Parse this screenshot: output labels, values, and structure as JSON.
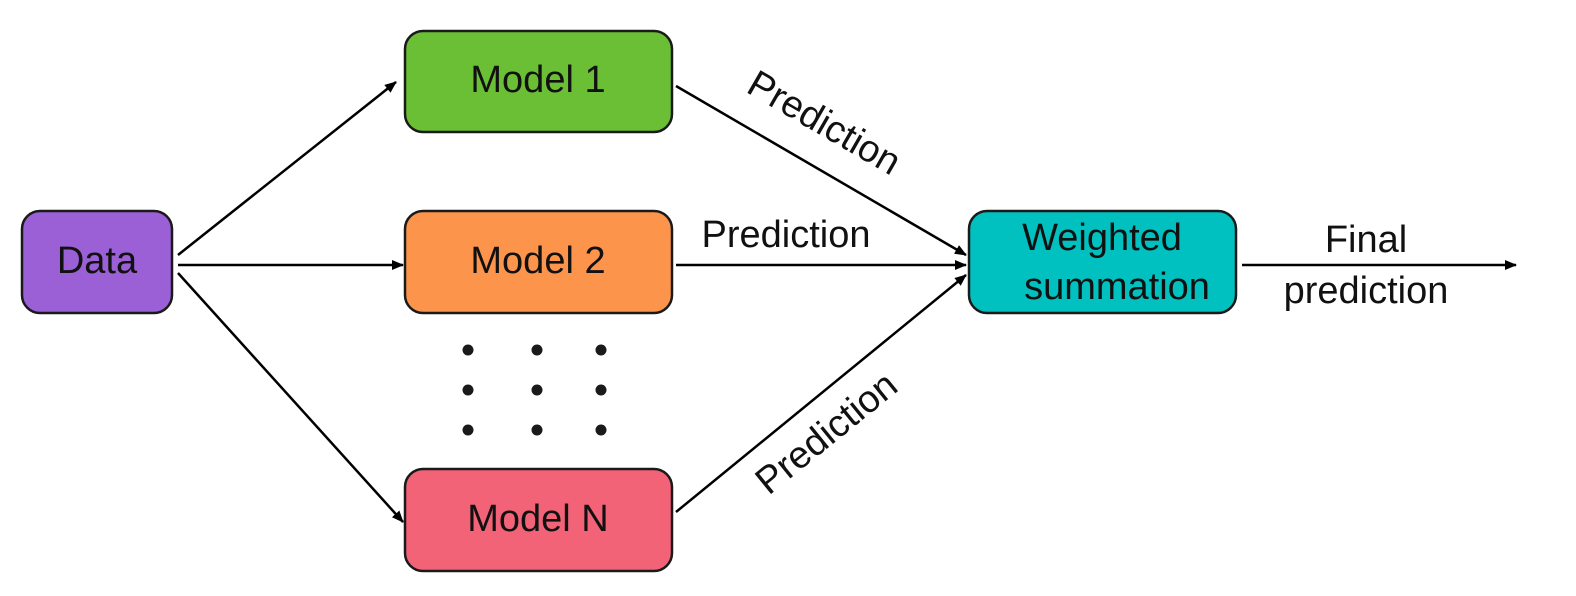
{
  "nodes": {
    "data": {
      "label": "Data",
      "color": "#9b5fd6"
    },
    "model1": {
      "label": "Model 1",
      "color": "#6abf35"
    },
    "model2": {
      "label": "Model 2",
      "color": "#fd944c"
    },
    "modelN": {
      "label": "Model N",
      "color": "#f26377"
    },
    "summation": {
      "label_line1": "Weighted",
      "label_line2": "summation",
      "color": "#00c0c0"
    }
  },
  "edges": {
    "prediction1": "Prediction",
    "prediction2": "Prediction",
    "predictionN": "Prediction",
    "final_line1": "Final",
    "final_line2": "prediction"
  },
  "ellipsis_icon": "vertical-dots-grid"
}
